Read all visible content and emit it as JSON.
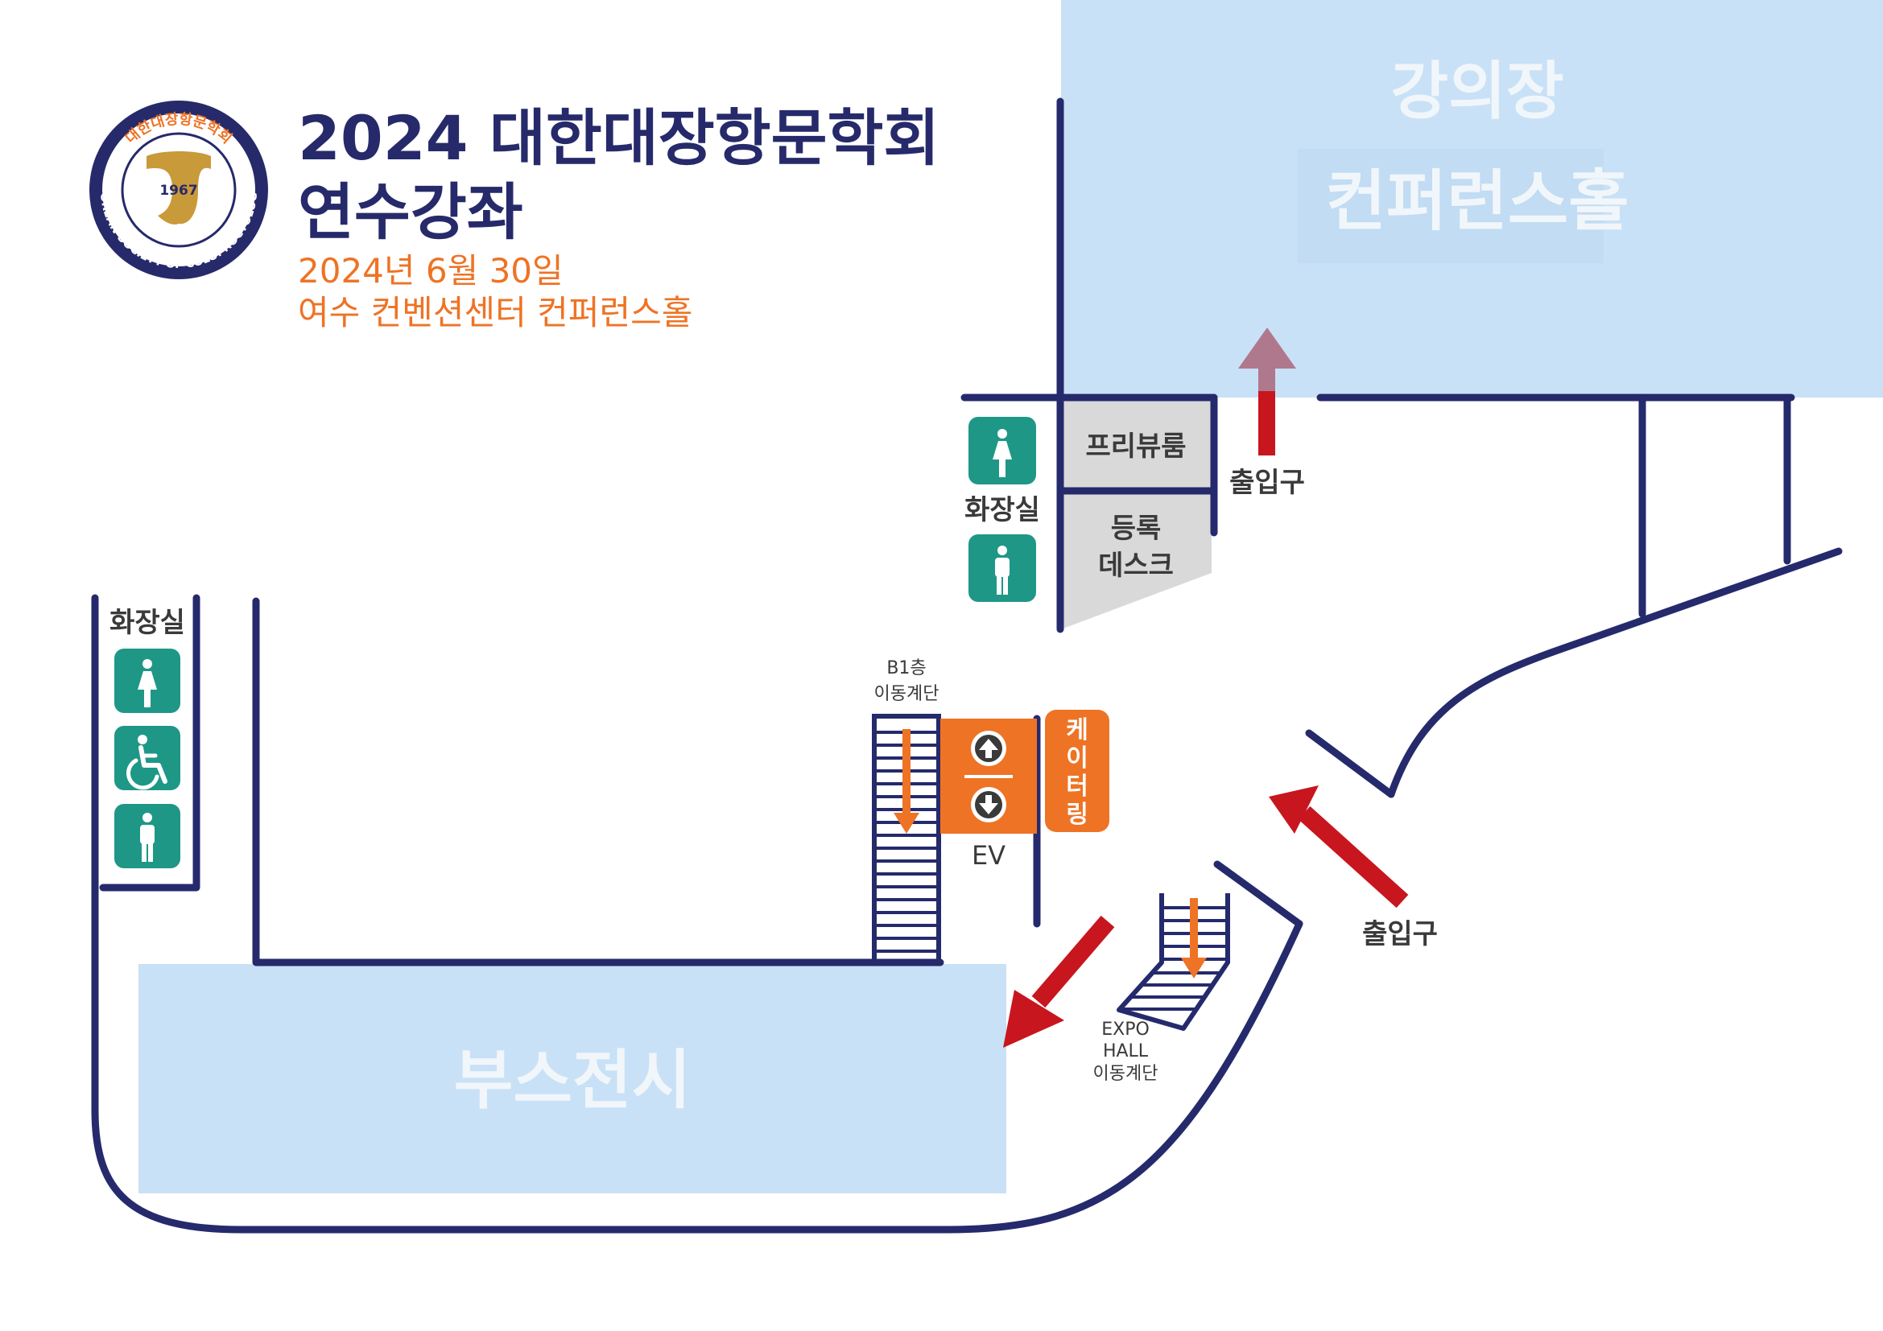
{
  "header": {
    "title_line1": "2024 대한대장항문학회",
    "title_line2": "연수강좌",
    "date": "2024년 6월 30일",
    "venue": "여수 컨벤션센터 컨퍼런스홀"
  },
  "logo": {
    "ring_top_text": "대한대장항문학회",
    "ring_bottom_text": "KOREAN SOCIETY OF COLOPROCTOLOGY",
    "year": "1967"
  },
  "rooms": {
    "lecture_hall_line1": "강의장",
    "lecture_hall_line2": "컨퍼런스홀",
    "booth": "부스전시",
    "preview_room": "프리뷰룸",
    "registration_line1": "등록",
    "registration_line2": "데스크",
    "restroom_upper": "화장실",
    "restroom_left": "화장실",
    "entrance_upper": "출입구",
    "entrance_lower": "출입구",
    "b1_stairs_line1": "B1층",
    "b1_stairs_line2": "이동계단",
    "ev": "EV",
    "catering": [
      "케",
      "이",
      "터",
      "링"
    ],
    "expo_line1": "EXPO",
    "expo_line2": "HALL",
    "expo_line3": "이동계단"
  },
  "icons": {
    "restroom_female": "woman-restroom-icon",
    "restroom_male": "man-restroom-icon",
    "wheelchair": "wheelchair-accessible-icon",
    "elevator_up": "elevator-up-arrow-icon",
    "elevator_down": "elevator-down-arrow-icon"
  },
  "colors": {
    "wall": "#252a6c",
    "room_fill": "#c9e1f6",
    "room_label": "#f1f6fb",
    "desk_fill": "#d9d9d9",
    "restroom_icon_bg": "#1f9787",
    "elevator_orange": "#ee7325",
    "arrow_red": "#c8161e",
    "arrow_faded": "#b0788d",
    "title": "#262a6a",
    "subtitle": "#ee7325"
  }
}
